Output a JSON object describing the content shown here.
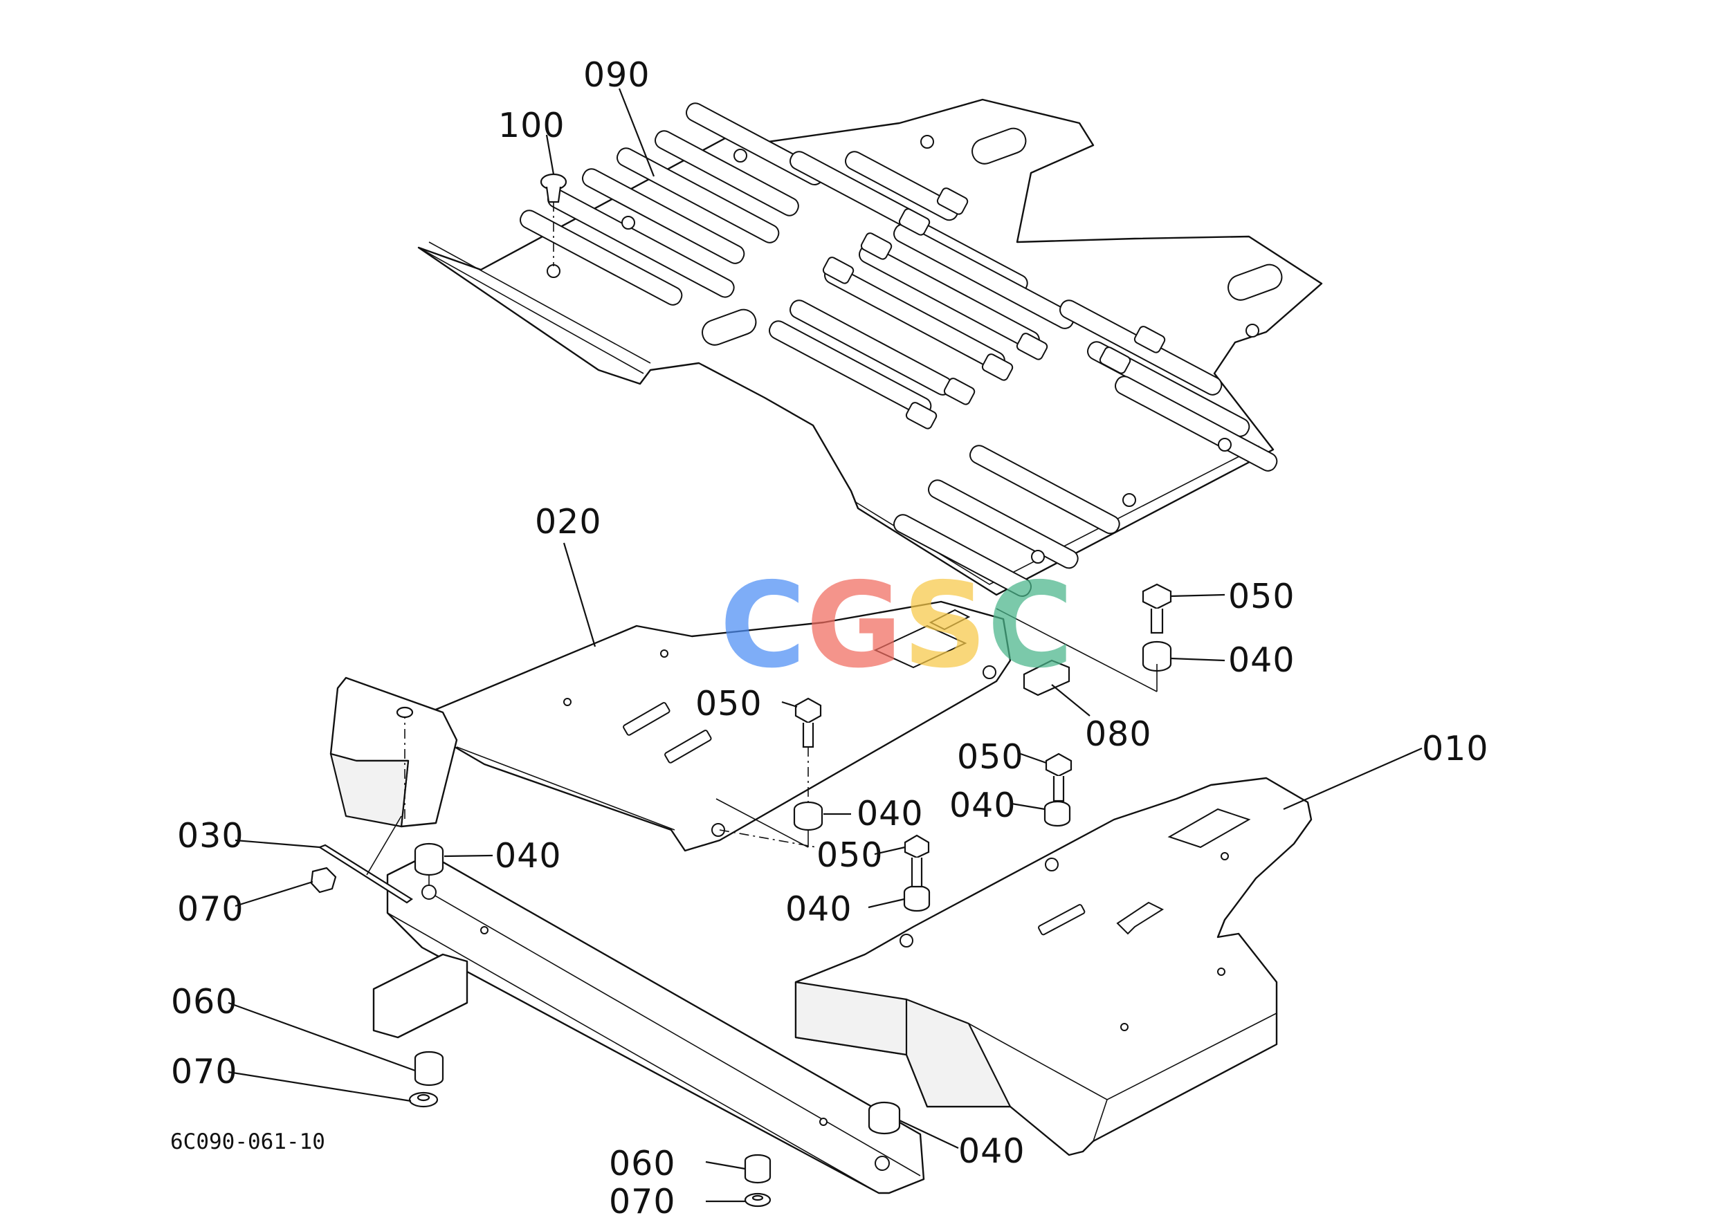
{
  "callouts": [
    {
      "id": "c090",
      "text": "090"
    },
    {
      "id": "c100",
      "text": "100"
    },
    {
      "id": "c020",
      "text": "020"
    },
    {
      "id": "c050a",
      "text": "050"
    },
    {
      "id": "c040a",
      "text": "040"
    },
    {
      "id": "c080",
      "text": "080"
    },
    {
      "id": "c050b",
      "text": "050"
    },
    {
      "id": "c050c",
      "text": "050"
    },
    {
      "id": "c040b",
      "text": "040"
    },
    {
      "id": "c010",
      "text": "010"
    },
    {
      "id": "c040c",
      "text": "040"
    },
    {
      "id": "c050d",
      "text": "050"
    },
    {
      "id": "c030",
      "text": "030"
    },
    {
      "id": "c040d",
      "text": "040"
    },
    {
      "id": "c040e",
      "text": "040"
    },
    {
      "id": "c070a",
      "text": "070"
    },
    {
      "id": "c060a",
      "text": "060"
    },
    {
      "id": "c070b",
      "text": "070"
    },
    {
      "id": "c040f",
      "text": "040"
    },
    {
      "id": "c060b",
      "text": "060"
    },
    {
      "id": "c070c",
      "text": "070"
    }
  ],
  "drawing_code": "6C090-061-10",
  "watermark": {
    "letters": [
      {
        "char": "C",
        "color": "#4d8ef5"
      },
      {
        "char": "G",
        "color": "#f06b5f"
      },
      {
        "char": "S",
        "color": "#f7c948"
      },
      {
        "char": "C",
        "color": "#49b58a"
      }
    ]
  }
}
